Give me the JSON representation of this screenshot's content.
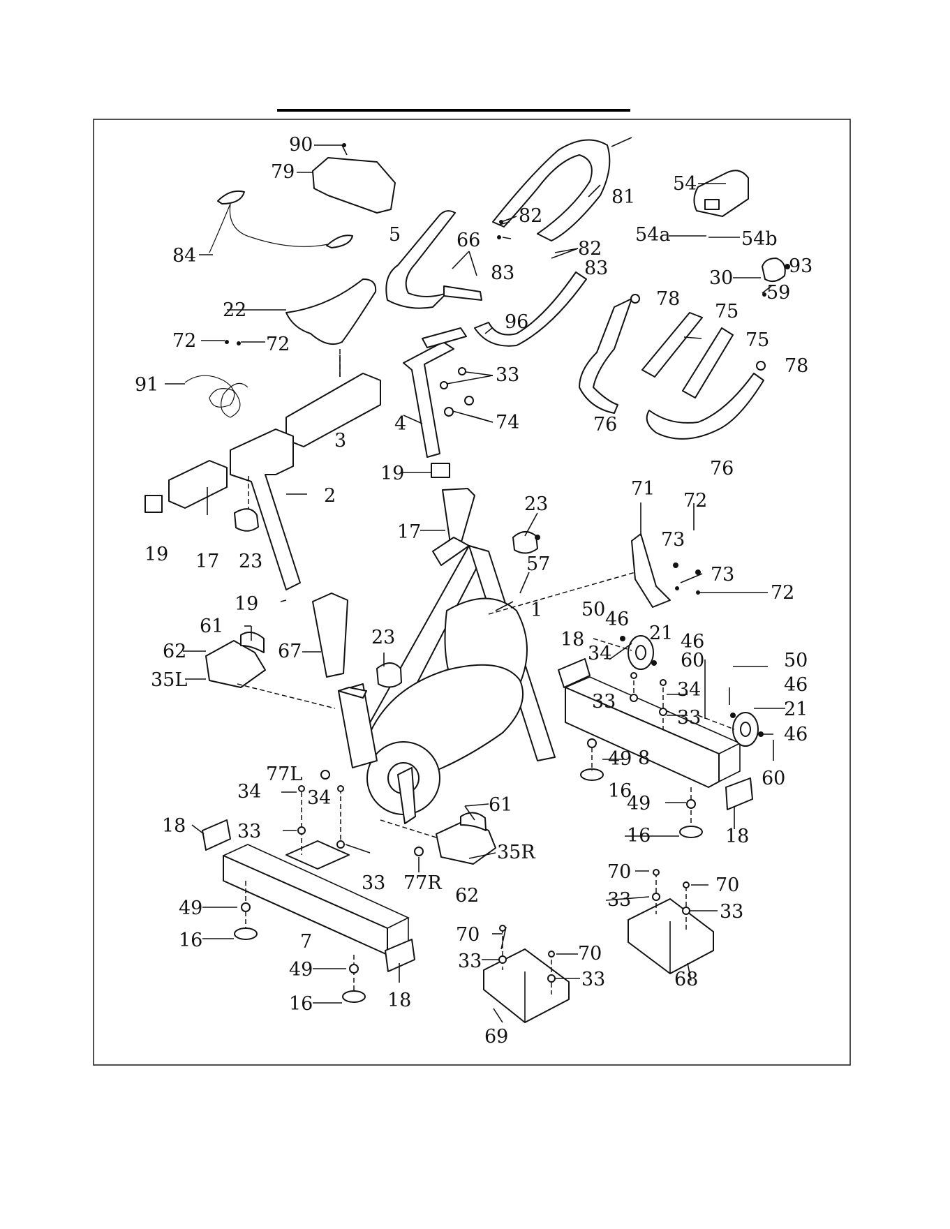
{
  "labels": {
    "l90": "90",
    "l79": "79",
    "l81": "81",
    "l54": "54",
    "l54a": "54a",
    "l54b": "54b",
    "l93": "93",
    "l30": "30",
    "l59": "59",
    "l84": "84",
    "l5": "5",
    "l66": "66",
    "l82a": "82",
    "l82b": "82",
    "l83a": "83",
    "l83b": "83",
    "l78a": "78",
    "l78b": "78",
    "l75a": "75",
    "l75b": "75",
    "l96": "96",
    "l22": "22",
    "l72a": "72",
    "l72b": "72",
    "l91": "91",
    "l33a": "33",
    "l74": "74",
    "l4": "4",
    "l3": "3",
    "l76a": "76",
    "l76b": "76",
    "l19a": "19",
    "l2": "2",
    "l17a": "17",
    "l19b": "19",
    "l23a": "23",
    "l19c": "19",
    "l23b": "23",
    "l17b": "17",
    "l71": "71",
    "l72c": "72",
    "l73a": "73",
    "l57": "57",
    "l73b": "73",
    "l72d": "72",
    "l1": "1",
    "l19d": "19",
    "l61a": "61",
    "l62a": "62",
    "l35L": "35L",
    "l67": "67",
    "l23c": "23",
    "l50a": "50",
    "l46a": "46",
    "l21a": "21",
    "l18a": "18",
    "l46b": "46",
    "l34a": "34",
    "l60a": "60",
    "l50b": "50",
    "l33b": "33",
    "l34b": "34",
    "l46c": "46",
    "l33c": "33",
    "l21b": "21",
    "l46d": "46",
    "l49a": "49",
    "l8": "8",
    "l60b": "60",
    "l16a": "16",
    "l77L": "77L",
    "l34c": "34",
    "l34d": "34",
    "l49b": "49",
    "l18b": "18",
    "l18c": "18",
    "l33d": "33",
    "l61b": "61",
    "l35R": "35R",
    "l16b": "16",
    "l18d": "18",
    "l33e": "33",
    "l77R": "77R",
    "l62b": "62",
    "l70a": "70",
    "l70b": "70",
    "l49c": "49",
    "l33f": "33",
    "l33g": "33",
    "l16c": "16",
    "l7": "7",
    "l70c": "70",
    "l70d": "70",
    "l33h": "33",
    "l33i": "33",
    "l68": "68",
    "l49d": "49",
    "l16d": "16",
    "l18e": "18",
    "l69": "69"
  }
}
